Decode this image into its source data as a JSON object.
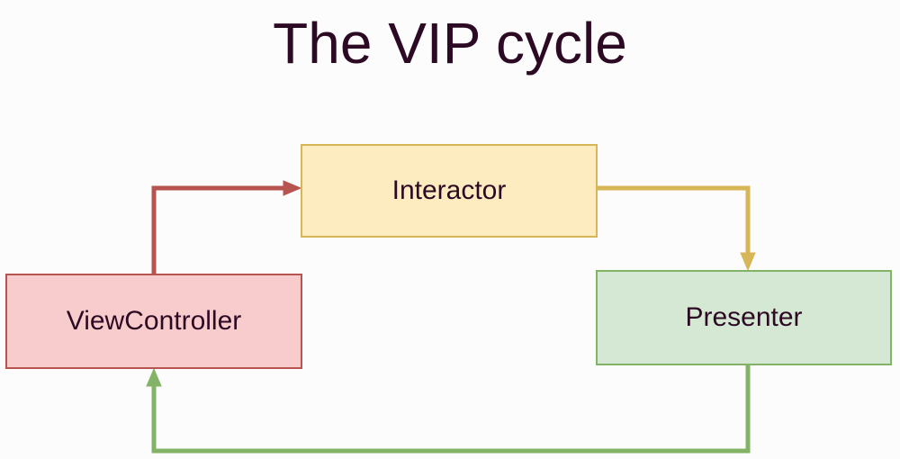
{
  "diagram": {
    "title": "The VIP cycle",
    "background_color": "#fcfcfc",
    "title_color": "#2d0a24",
    "nodes": [
      {
        "id": "interactor",
        "label": "Interactor",
        "fill": "#fcecbf",
        "stroke": "#d6b656",
        "text_color": "#2d0a24"
      },
      {
        "id": "viewcontroller",
        "label": "ViewController",
        "fill": "#f8cccc",
        "stroke": "#b85450",
        "text_color": "#2d0a24"
      },
      {
        "id": "presenter",
        "label": "Presenter",
        "fill": "#d5e8d4",
        "stroke": "#82b366",
        "text_color": "#2d0a24"
      }
    ],
    "edges": [
      {
        "id": "vc-to-interactor",
        "from": "viewcontroller",
        "to": "interactor",
        "color": "#b85450",
        "label": ""
      },
      {
        "id": "interactor-to-presenter",
        "from": "interactor",
        "to": "presenter",
        "color": "#d6b656",
        "label": ""
      },
      {
        "id": "presenter-to-vc",
        "from": "presenter",
        "to": "viewcontroller",
        "color": "#82b366",
        "label": ""
      }
    ]
  }
}
